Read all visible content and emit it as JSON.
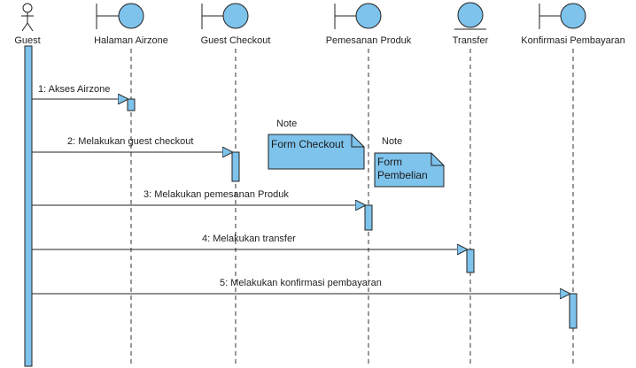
{
  "diagram": {
    "type": "sequence",
    "lifelines": [
      {
        "id": "guest",
        "kind": "actor",
        "label": "Guest"
      },
      {
        "id": "airzone",
        "kind": "boundary",
        "label": "Halaman Airzone"
      },
      {
        "id": "checkout",
        "kind": "boundary",
        "label": "Guest Checkout"
      },
      {
        "id": "pemesanan",
        "kind": "boundary",
        "label": "Pemesanan Produk"
      },
      {
        "id": "transfer",
        "kind": "entity",
        "label": "Transfer"
      },
      {
        "id": "konfirmasi",
        "kind": "boundary",
        "label": "Konfirmasi Pembayaran"
      }
    ],
    "messages": [
      {
        "from": "guest",
        "to": "airzone",
        "label": "1: Akses Airzone"
      },
      {
        "from": "guest",
        "to": "checkout",
        "label": "2: Melakukan guest checkout"
      },
      {
        "from": "guest",
        "to": "pemesanan",
        "label": "3: Melakukan pemesanan Produk"
      },
      {
        "from": "guest",
        "to": "transfer",
        "label": "4: Melakukan transfer"
      },
      {
        "from": "guest",
        "to": "konfirmasi",
        "label": "5: Melakukan konfirmasi pembayaran"
      }
    ],
    "notes": [
      {
        "title": "Note",
        "lines": [
          "Form Checkout"
        ]
      },
      {
        "title": "Note",
        "lines": [
          "Form",
          "Pembelian"
        ]
      }
    ],
    "colors": {
      "fill": "#7ec3ec",
      "stroke": "#222222",
      "line": "#333333",
      "background": "#ffffff"
    }
  }
}
